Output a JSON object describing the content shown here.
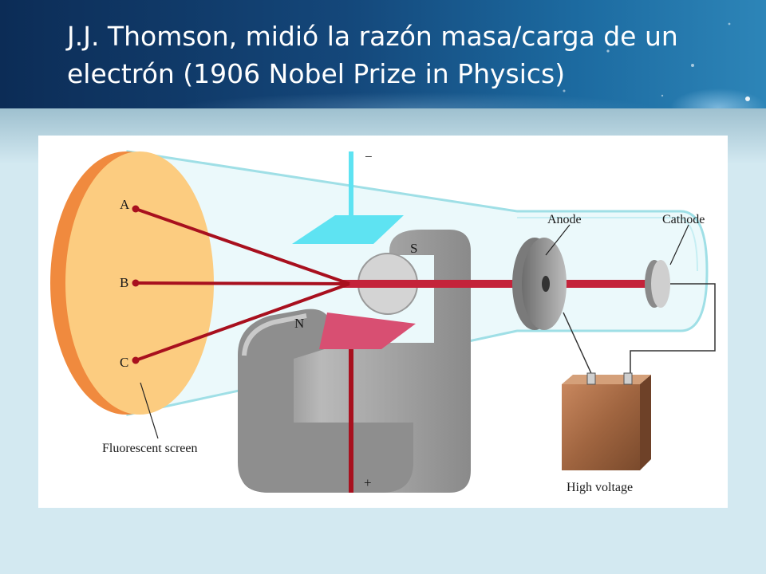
{
  "slide": {
    "title_line1": "J.J. Thomson, midió la razón masa/carga  de un",
    "title_line2": "electrón  (1906 Nobel Prize in Physics)"
  },
  "diagram": {
    "labels": {
      "point_a": "A",
      "point_b": "B",
      "point_c": "C",
      "plate_negative": "−",
      "plate_positive": "+",
      "magnet_south": "S",
      "magnet_north": "N",
      "anode": "Anode",
      "cathode": "Cathode",
      "fluorescent_screen": "Fluorescent screen",
      "high_voltage": "High voltage"
    },
    "colors": {
      "beam": "#a8101e",
      "tube": "#9fdfe6",
      "screen": "#fccc80",
      "negative_plate": "#5ee3f2",
      "positive_plate": "#d84f72",
      "magnet": "#9a9a9a",
      "battery": "#a86a46"
    }
  }
}
